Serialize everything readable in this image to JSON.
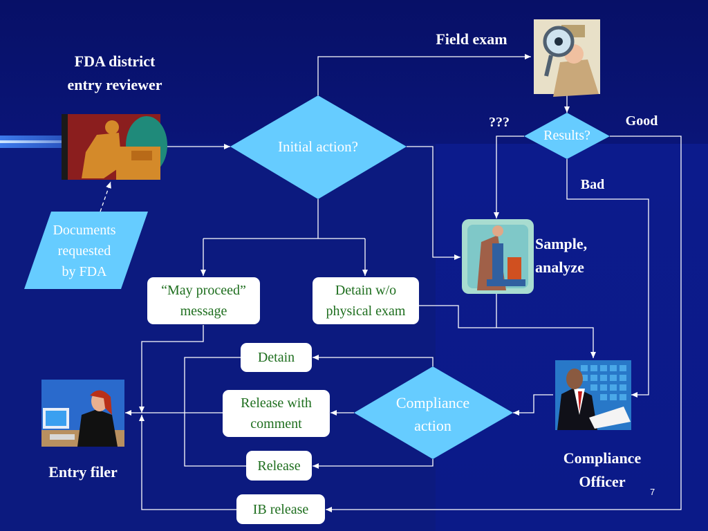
{
  "labels": {
    "fda_reviewer": "FDA district\nentry reviewer",
    "field_exam": "Field exam",
    "unknown": "???",
    "good": "Good",
    "bad": "Bad",
    "sample_analyze": "Sample,\nanalyze",
    "entry_filer": "Entry filer",
    "compliance_officer": "Compliance\nOfficer"
  },
  "diamonds": {
    "initial_action": "Initial action?",
    "results": "Results?",
    "compliance_action": "Compliance\naction"
  },
  "parallelogram": {
    "documents": "Documents\nrequested\nby FDA"
  },
  "boxes": {
    "may_proceed": "“May proceed”\nmessage",
    "detain_wo_exam": "Detain w/o\nphysical exam",
    "detain": "Detain",
    "release_with_comment": "Release with\ncomment",
    "release": "Release",
    "ib_release": "IB release"
  },
  "page_number": "7",
  "colors": {
    "background": "#0c1a86",
    "shape_fill": "#66ccff",
    "box_text": "#1e6e1e"
  }
}
